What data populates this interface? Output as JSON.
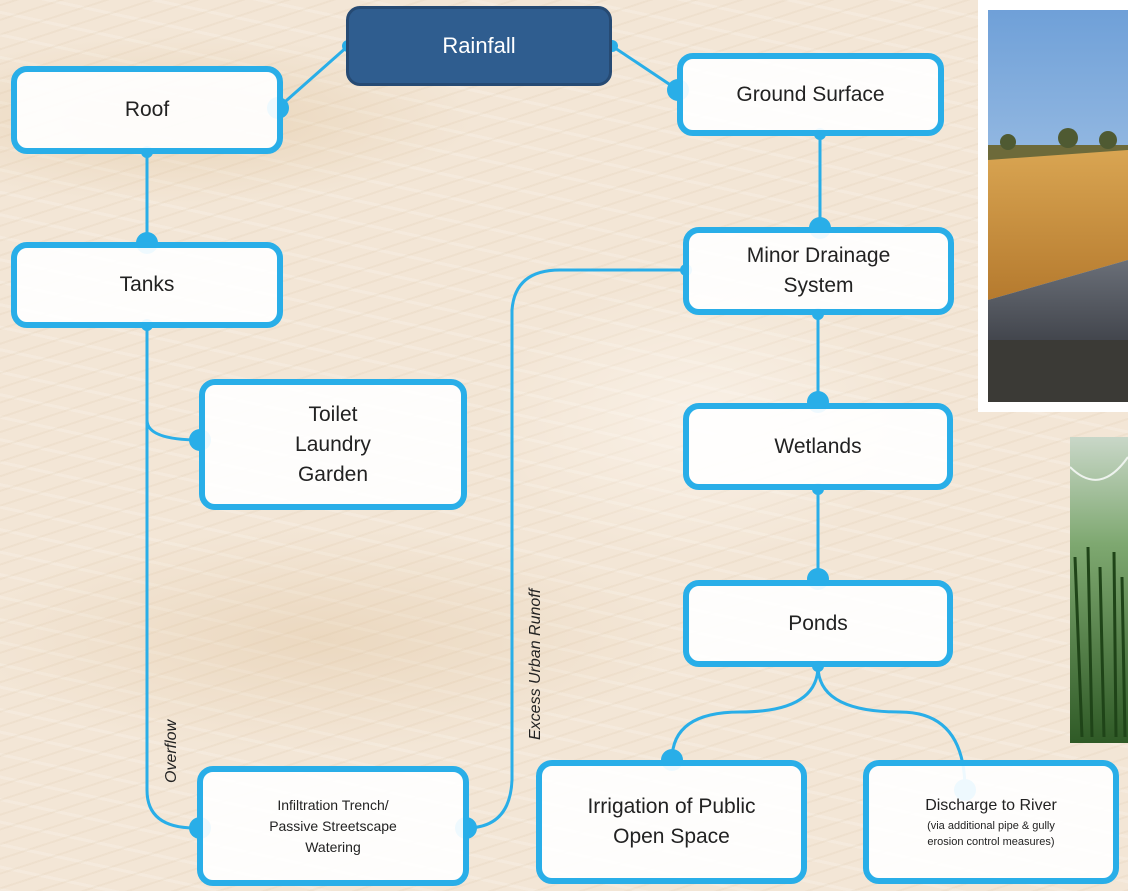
{
  "nodes": {
    "rainfall": "Rainfall",
    "roof": "Roof",
    "ground_surface": "Ground Surface",
    "tanks": "Tanks",
    "minor_drainage": [
      "Minor Drainage",
      "System"
    ],
    "toilet": [
      "Toilet",
      "Laundry",
      "Garden"
    ],
    "wetlands": "Wetlands",
    "ponds": "Ponds",
    "infiltration": [
      "Infiltration Trench/",
      "Passive Streetscape",
      "Watering"
    ],
    "irrigation": [
      "Irrigation of Public",
      "Open Space"
    ],
    "discharge": {
      "title": "Discharge to River",
      "note_lines": [
        "(via additional pipe & gully",
        "erosion control measures)"
      ]
    }
  },
  "edge_labels": {
    "overflow": "Overflow",
    "excess_runoff": "Excess Urban Runoff"
  },
  "colors": {
    "connector": "#29aee8",
    "rainfall_fill": "#2f5d8f"
  }
}
